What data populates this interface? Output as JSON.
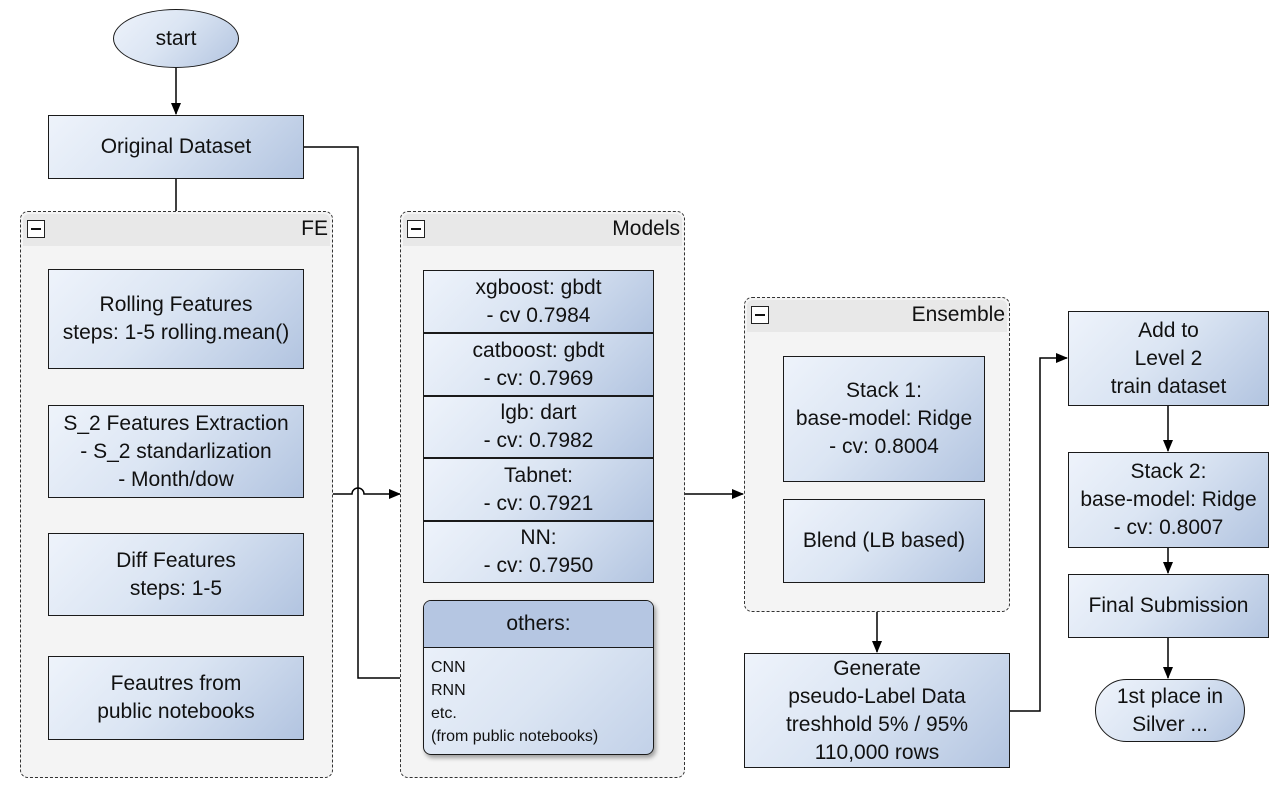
{
  "start": "start",
  "original_dataset": "Original Dataset",
  "fe": {
    "title": "FE",
    "rolling": [
      "Rolling Features",
      "steps: 1-5 rolling.mean()"
    ],
    "s2": [
      "S_2 Features Extraction",
      "- S_2 standarlization",
      "- Month/dow"
    ],
    "diff": [
      "Diff Features",
      "steps: 1-5"
    ],
    "public": [
      "Feautres from",
      "public notebooks"
    ]
  },
  "models": {
    "title": "Models",
    "xgboost": [
      "xgboost: gbdt",
      "- cv 0.7984"
    ],
    "catboost": [
      "catboost: gbdt",
      "- cv: 0.7969"
    ],
    "lgb": [
      "lgb: dart",
      "- cv: 0.7982"
    ],
    "tabnet": [
      "Tabnet:",
      "- cv: 0.7921"
    ],
    "nn": [
      "NN:",
      "- cv: 0.7950"
    ],
    "others_title": "others:",
    "others_lines": [
      "CNN",
      "RNN",
      "etc.",
      "(from public notebooks)"
    ]
  },
  "ensemble": {
    "title": "Ensemble",
    "stack1": [
      "Stack 1:",
      "base-model: Ridge",
      "- cv: 0.8004"
    ],
    "blend": "Blend (LB based)"
  },
  "pseudo": [
    "Generate",
    "pseudo-Label Data",
    "treshhold 5% / 95%",
    "110,000 rows"
  ],
  "add_level2": [
    "Add to",
    "Level 2",
    "train dataset"
  ],
  "stack2": [
    "Stack 2:",
    "base-model: Ridge",
    "- cv: 0.8007"
  ],
  "final_submission": "Final Submission",
  "first_place": [
    "1st place in",
    "Silver ..."
  ]
}
